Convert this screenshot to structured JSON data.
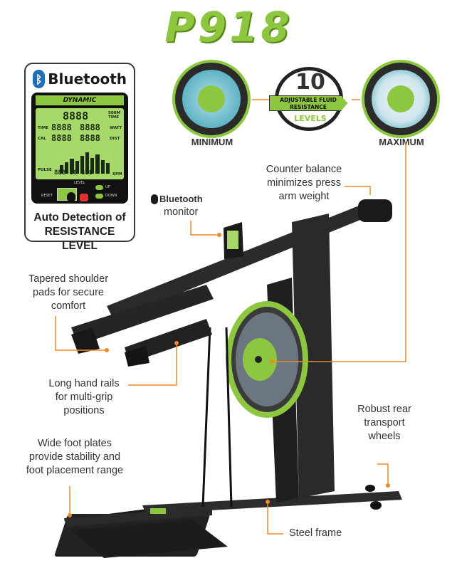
{
  "title": "P918",
  "console_panel": {
    "bluetooth_label": "Bluetooth",
    "brand": "DYNAMIC",
    "lcd_main": "8888",
    "lcd_left_top": "8888",
    "lcd_right_top": "8888",
    "lcd_left_mid": "8888",
    "lcd_right_mid": "8888",
    "lcd_bottom": "888-88 888",
    "lbl_time": "TIME",
    "lbl_cal": "CAL",
    "lbl_500m": "500M TIME",
    "lbl_watt": "WATT",
    "lbl_dist": "DIST",
    "lbl_pulse": "PULSE",
    "lbl_spm": "SPM",
    "lbl_level": "LEVEL",
    "lbl_reset": "RESET",
    "lbl_up": "UP",
    "lbl_down": "DOWN",
    "caption_line1": "Auto Detection of",
    "caption_line2": "RESISTANCE LEVEL"
  },
  "resistance": {
    "minimum_label": "MINIMUM",
    "maximum_label": "MAXIMUM",
    "badge_number": "10",
    "badge_banner": "ADJUSTABLE FLUID RESISTANCE",
    "badge_levels": "LEVELS"
  },
  "callouts": {
    "counter_balance": [
      "Counter balance",
      "minimizes press",
      "arm weight"
    ],
    "bluetooth_monitor_brand": "Bluetooth",
    "bluetooth_monitor": "monitor",
    "shoulder_pads": [
      "Tapered shoulder",
      "pads for secure",
      "comfort"
    ],
    "hand_rails": [
      "Long hand rails",
      "for multi-grip",
      "positions"
    ],
    "rear_wheels": [
      "Robust rear",
      "transport",
      "wheels"
    ],
    "foot_plates": [
      "Wide foot plates",
      "provide stability and",
      "foot placement range"
    ],
    "steel_frame": "Steel frame"
  },
  "colors": {
    "accent_green": "#8dc63f",
    "callout_orange": "#f08a24",
    "frame": "#2a2a2a",
    "bluetooth_blue": "#1f6fb8"
  }
}
